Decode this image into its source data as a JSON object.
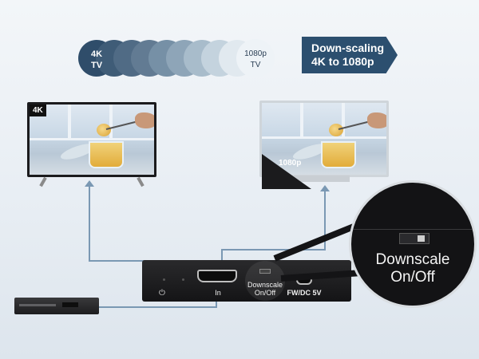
{
  "scale_row": {
    "start_label": [
      "4K",
      "TV"
    ],
    "end_label": [
      "1080p",
      "TV"
    ],
    "colors": [
      "#2f4d6a",
      "#3f5c77",
      "#506b85",
      "#627b93",
      "#7690a6",
      "#8ea5b8",
      "#a8bccb",
      "#c4d3de",
      "#e1e9ef"
    ]
  },
  "banner": {
    "line1": "Down-scaling",
    "line2": "4K to 1080p",
    "color": "#2c4f6f"
  },
  "left_tv": {
    "badge": "4K"
  },
  "right_tv": {
    "badge": "1080p"
  },
  "device": {
    "power_icon": "power-icon",
    "hdmi_label": "In",
    "switch_label_line1": "Downscale",
    "switch_label_line2": "On/Off",
    "port_label": "FW/DC 5V"
  },
  "zoom": {
    "line1": "Downscale",
    "line2": "On/Off"
  },
  "accent_line_color": "#7a98b3"
}
